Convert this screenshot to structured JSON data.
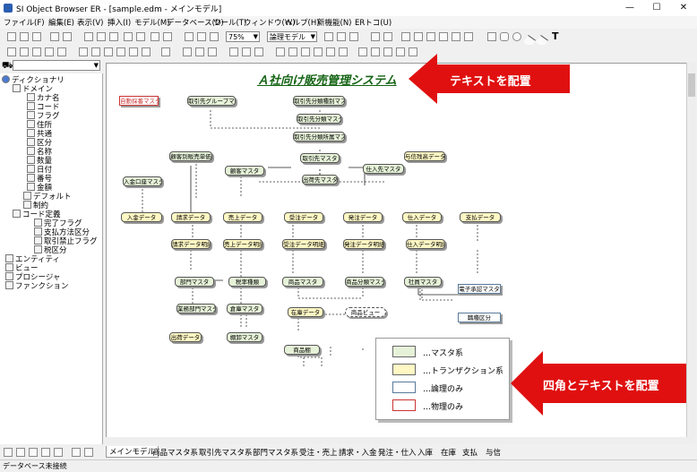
{
  "window": {
    "title": "SI Object Browser ER - [sample.edm - メインモデル]",
    "minimize": "—",
    "maximize": "☐",
    "close": "✕"
  },
  "menu": [
    "ファイル(F)",
    "編集(E)",
    "表示(V)",
    "挿入(I)",
    "モデル(M)",
    "データベース(D)",
    "ツール(T)",
    "ウィンドウ(W)",
    "ヘルプ(H)",
    "新機能(N)",
    "ERトコ(U)"
  ],
  "toolbar": {
    "zoom": "75%",
    "model_mode": "論理モデル",
    "text_tool": "T"
  },
  "tree": [
    {
      "label": "ディクショナリ",
      "indent": 0
    },
    {
      "label": "ドメイン",
      "indent": 1
    },
    {
      "label": "カナ名",
      "indent": 2
    },
    {
      "label": "コード",
      "indent": 2
    },
    {
      "label": "フラグ",
      "indent": 2
    },
    {
      "label": "住所",
      "indent": 2
    },
    {
      "label": "共通",
      "indent": 2
    },
    {
      "label": "区分",
      "indent": 2
    },
    {
      "label": "名称",
      "indent": 2
    },
    {
      "label": "数量",
      "indent": 2
    },
    {
      "label": "日付",
      "indent": 2
    },
    {
      "label": "番号",
      "indent": 2
    },
    {
      "label": "金額",
      "indent": 2
    },
    {
      "label": "デフォルト",
      "indent": 1
    },
    {
      "label": "制約",
      "indent": 1
    },
    {
      "label": "コード定義",
      "indent": 1
    },
    {
      "label": "完了フラグ",
      "indent": 2
    },
    {
      "label": "支払方法区分",
      "indent": 2
    },
    {
      "label": "取引禁止フラグ",
      "indent": 2
    },
    {
      "label": "税区分",
      "indent": 2
    },
    {
      "label": "エンティティ",
      "indent": 0
    },
    {
      "label": "ビュー",
      "indent": 0
    },
    {
      "label": "プロシージャ",
      "indent": 0
    },
    {
      "label": "ファンクション",
      "indent": 0
    }
  ],
  "diagram": {
    "title": "Ａ社向け販売管理システム",
    "nodes": [
      {
        "label": "自動採番マスタ",
        "kind": "p"
      },
      {
        "label": "取引先グループマスタ",
        "kind": "m"
      },
      {
        "label": "取引先分類種別マスタ",
        "kind": "m"
      },
      {
        "label": "取引先分類マスタ",
        "kind": "m"
      },
      {
        "label": "取引先分類所属マスタ",
        "kind": "m"
      },
      {
        "label": "顧客別販売単価",
        "kind": "m"
      },
      {
        "label": "取引先マスタ",
        "kind": "m"
      },
      {
        "label": "与信残高データ",
        "kind": "t"
      },
      {
        "label": "顧客マスタ",
        "kind": "m"
      },
      {
        "label": "仕入先マスタ",
        "kind": "m"
      },
      {
        "label": "入金口座マスタ",
        "kind": "m"
      },
      {
        "label": "出荷先マスタ",
        "kind": "m"
      },
      {
        "label": "入金データ",
        "kind": "t"
      },
      {
        "label": "請求データ",
        "kind": "t"
      },
      {
        "label": "売上データ",
        "kind": "t"
      },
      {
        "label": "受注データ",
        "kind": "t"
      },
      {
        "label": "発注データ",
        "kind": "t"
      },
      {
        "label": "仕入データ",
        "kind": "t"
      },
      {
        "label": "支払データ",
        "kind": "t"
      },
      {
        "label": "請求データ明細",
        "kind": "t"
      },
      {
        "label": "売上データ明細",
        "kind": "t"
      },
      {
        "label": "受注データ明細",
        "kind": "t"
      },
      {
        "label": "発注データ明細",
        "kind": "t"
      },
      {
        "label": "仕入データ明細",
        "kind": "t"
      },
      {
        "label": "部門マスタ",
        "kind": "m"
      },
      {
        "label": "税率種類",
        "kind": "m"
      },
      {
        "label": "商品マスタ",
        "kind": "m"
      },
      {
        "label": "商品分類マスタ",
        "kind": "m"
      },
      {
        "label": "社員マスタ",
        "kind": "m"
      },
      {
        "label": "電子承認マスタ",
        "kind": "l"
      },
      {
        "label": "業務部門マスタ",
        "kind": "m"
      },
      {
        "label": "倉庫マスタ",
        "kind": "m"
      },
      {
        "label": "在庫データ",
        "kind": "t"
      },
      {
        "label": "商品ビュー",
        "kind": "v"
      },
      {
        "label": "職種区分",
        "kind": "l"
      },
      {
        "label": "棚卸マスタ",
        "kind": "m"
      },
      {
        "label": "出荷データ",
        "kind": "t"
      },
      {
        "label": "商品棚",
        "kind": "m"
      }
    ],
    "legend": [
      {
        "label": "…マスタ系",
        "fill": "#e6f2d8",
        "stroke": "#666666"
      },
      {
        "label": "…トランザクション系",
        "fill": "#fff8c4",
        "stroke": "#666666"
      },
      {
        "label": "…論理のみ",
        "fill": "#ffffff",
        "stroke": "#5a7a9a"
      },
      {
        "label": "…物理のみ",
        "fill": "#ffffff",
        "stroke": "#cc3333"
      }
    ]
  },
  "callouts": {
    "top": "テキストを配置",
    "bottom": "四角とテキストを配置",
    "color": "#e01010"
  },
  "tabs": [
    "メインモデル",
    "商品マスタ系",
    "取引先マスタ系",
    "部門マスタ系",
    "受注・売上",
    "請求・入金",
    "発注・仕入",
    "入庫",
    "在庫",
    "支払",
    "与信"
  ],
  "status": "データベース未接続"
}
